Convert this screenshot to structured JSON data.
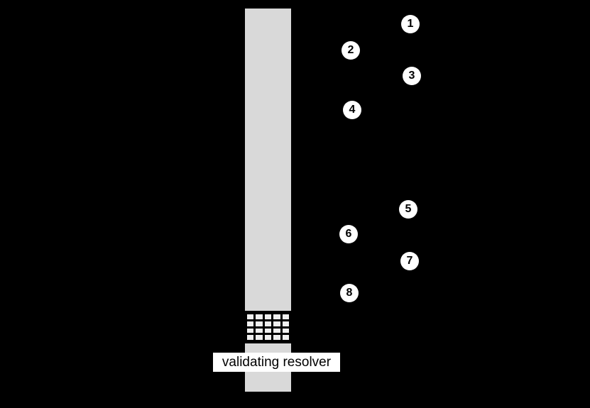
{
  "diagram": {
    "background_color": "#000000",
    "bar_color": "#d9d9d9",
    "grid_cell_color": "#f0f0f0",
    "circle_fill": "#ffffff",
    "circle_text_color": "#000000",
    "label_box_background": "#ffffff",
    "resolver_label": "validating resolver",
    "steps": [
      "1",
      "2",
      "3",
      "4",
      "5",
      "6",
      "7",
      "8"
    ]
  }
}
